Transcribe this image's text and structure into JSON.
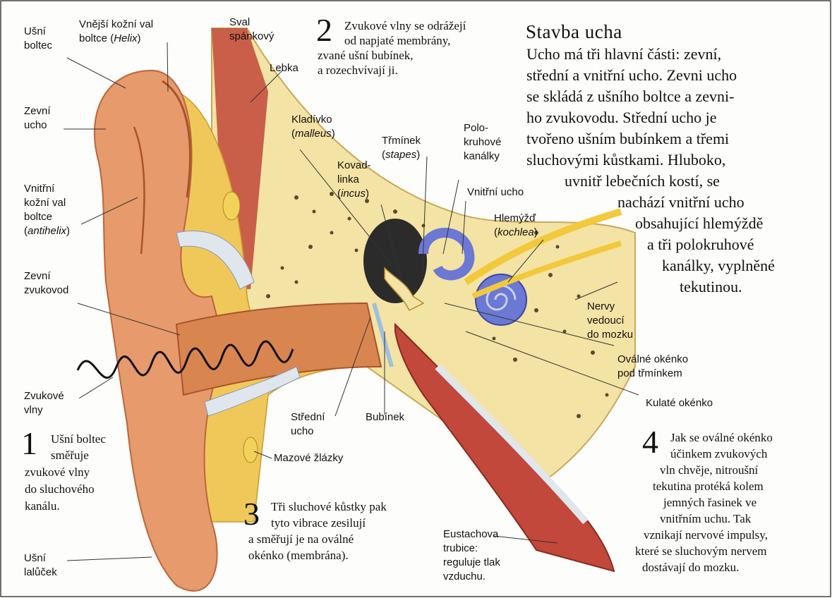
{
  "colors": {
    "skin": "#e79a6c",
    "bone": "#f3e3a4",
    "fat": "#f0c85a",
    "cochlea": "#6b78d4",
    "nerve": "#f2c93c",
    "muscle": "#c1483a",
    "ink": "#111111"
  },
  "title": "Stavba ucha",
  "intro_lines": [
    "Ucho má tři hlavní části: zevní,",
    "střední a vnitřní ucho. Zevni ucho",
    "se skládá z ušního boltce a zevni-",
    "ho zvukovodu. Střední ucho je",
    "tvořeno ušním bubínkem a třemi",
    "sluchovými kůstkami. Hluboko,",
    "uvnitř lebečních kostí, se",
    "nachází vnitřní ucho",
    "obsahující hlemýždě",
    "a tři polokruhové",
    "kanálky, vyplněné",
    "tekutinou."
  ],
  "labels": {
    "usni_boltec": [
      "Ušní",
      "boltec"
    ],
    "helix": [
      "Vnější kožní val",
      "boltce (",
      "Helix",
      ")"
    ],
    "sval": [
      "Sval",
      "spánkový"
    ],
    "lebka": "Lebka",
    "zevni_ucho": [
      "Zevní",
      "ucho"
    ],
    "kladivko": [
      "Kladívko",
      "malleus"
    ],
    "trminek": [
      "Třmínek",
      "stapes"
    ],
    "polokruhove": [
      "Polo-",
      "kruhové",
      "kanálky"
    ],
    "kovadlinka": [
      "Kovad-",
      "linka",
      "incus"
    ],
    "vnitrni_ucho": "Vnitřní ucho",
    "hlemyzd": [
      "Hlemýžď",
      "kochlea"
    ],
    "antihelix": [
      "Vnitřní",
      "kožní val",
      "boltce",
      "antihelix"
    ],
    "zevni_zvukovod": [
      "Zevní",
      "zvukovod"
    ],
    "nervy": [
      "Nervy",
      "vedoucí",
      "do mozku"
    ],
    "ovalne": [
      "Oválné okénko",
      "pod třmínkem"
    ],
    "kulate": "Kulaté okénko",
    "zvukove_vlny": [
      "Zvukové",
      "vlny"
    ],
    "stredni_ucho": [
      "Střední",
      "ucho"
    ],
    "bubinek": "Bubínek",
    "mazove": "Mazové žlázky",
    "eustachova": [
      "Eustachova",
      "trubice:",
      "reguluje tlak",
      "vzduchu."
    ],
    "usni_lalucek": [
      "Ušní",
      "lalůček"
    ]
  },
  "steps": [
    {
      "number": "1",
      "lines": [
        "Ušní boltec",
        "směřuje",
        "zvukové vlny",
        "do sluchového",
        "kanálu."
      ]
    },
    {
      "number": "2",
      "lines": [
        "Zvukové vlny se odrážejí",
        "od napjaté membrány,",
        "zvané ušní bubínek,",
        "a rozechvívají ji."
      ]
    },
    {
      "number": "3",
      "lines": [
        "Tři sluchové kůstky pak",
        "tyto vibrace zesilují",
        "a směřují je na oválné",
        "okénko (membrána)."
      ]
    },
    {
      "number": "4",
      "lines": [
        "Jak se oválné okénko",
        "účinkem zvukových",
        "vln chvěje, nitroušní",
        "tekutina protéká kolem",
        "jemných řasinek ve",
        "vnitřním uchu. Tak",
        "vznikají nervové impulsy,",
        "které se sluchovým nervem",
        "dostávají do mozku."
      ]
    }
  ]
}
